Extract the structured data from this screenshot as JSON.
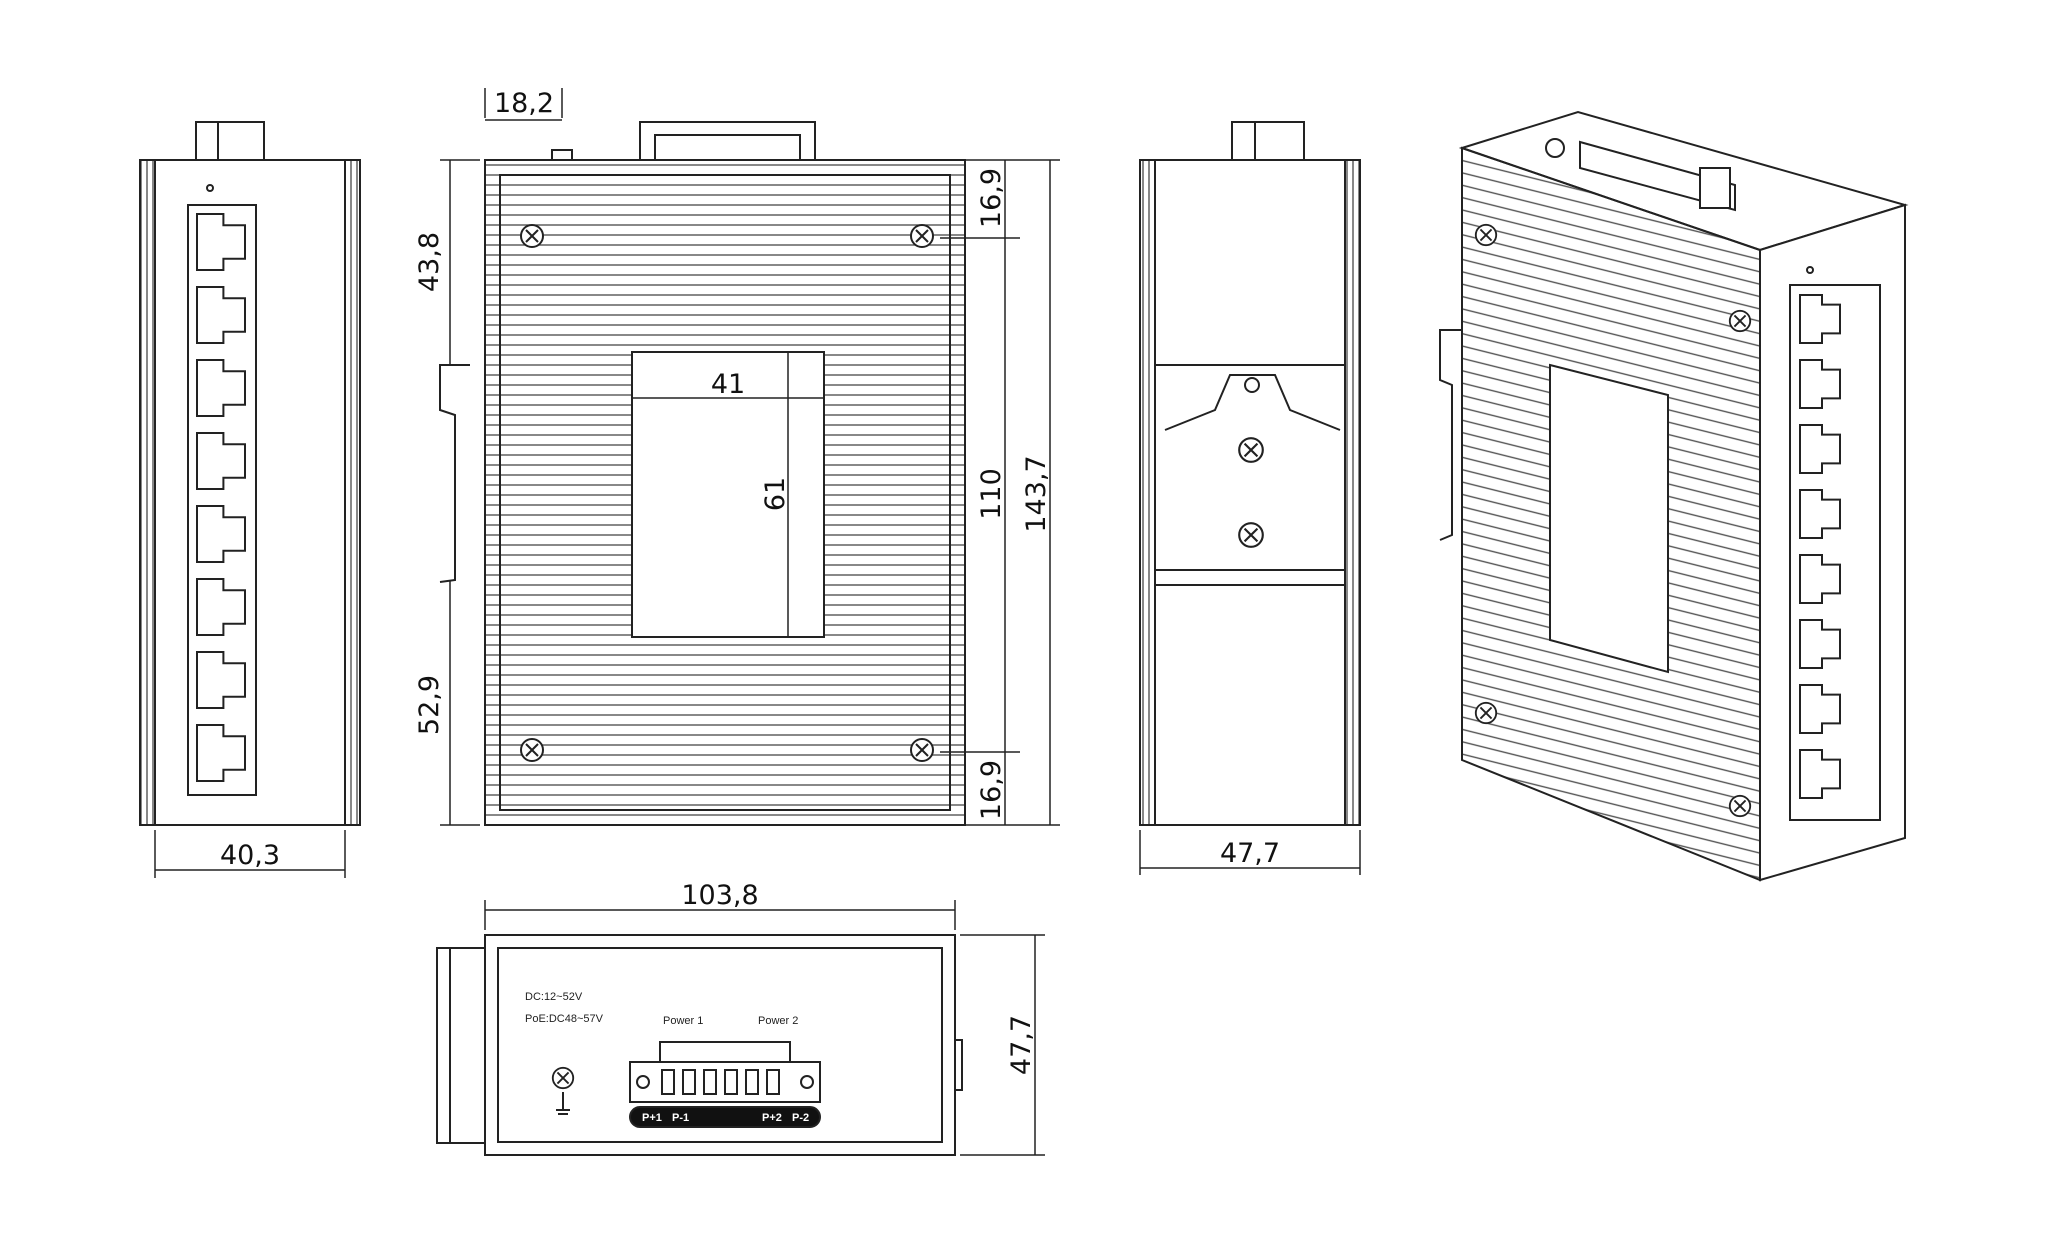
{
  "dimensions": {
    "front_width": "40,3",
    "top_offset": "18,2",
    "upper_height": "43,8",
    "lower_height": "52,9",
    "label_width": "41",
    "label_height": "61",
    "screw_top": "16,9",
    "screw_spacing": "110",
    "total_height": "143,7",
    "screw_bottom": "16,9",
    "side_depth": "47,7",
    "bottom_width": "103,8",
    "bottom_depth": "47,7"
  },
  "bottom_panel": {
    "dc_label": "DC:12~52V",
    "poe_label": "PoE:DC48~57V",
    "power1_label": "Power 1",
    "power2_label": "Power 2",
    "p1_pos": "P+1",
    "p1_neg": "P-1",
    "p2_pos": "P+2",
    "p2_neg": "P-2"
  },
  "ports": {
    "count": 8
  },
  "colors": {
    "line": "#222222",
    "fin": "#555555",
    "block": "#111111"
  }
}
